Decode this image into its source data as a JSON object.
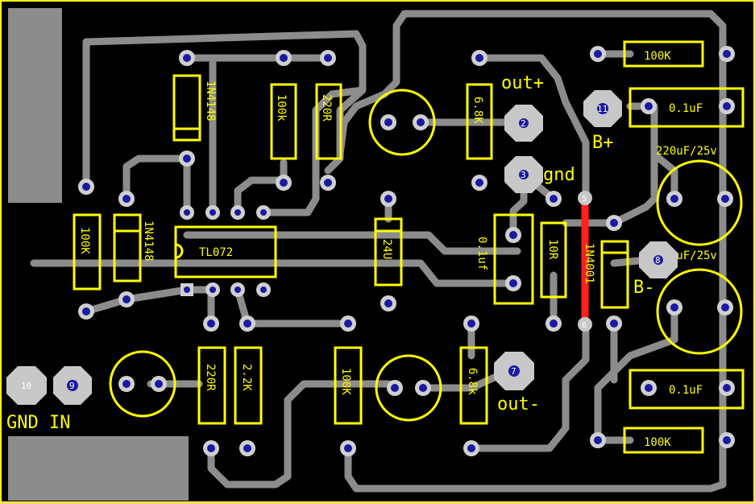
{
  "board": {
    "colors": {
      "background": "#000000",
      "trace": "#8c8c8c",
      "pad": "#d0d0d0",
      "hole": "#1a1aa0",
      "silk": "#ffff00",
      "jumper": "#ff2020",
      "border": "#ffff00"
    }
  },
  "components": {
    "d1": "1N4148",
    "d2": "1N4148",
    "d3": "1N4001",
    "r1": "100k",
    "r2": "220R",
    "r3": "6.8K",
    "r4": "100K",
    "r5": "100K",
    "r6": "220R",
    "r7": "2.2K",
    "r8": "100K",
    "r9": "6.8k",
    "r10": "10R",
    "r11": "100K",
    "ic1": "TL072",
    "c1": "0.1uF",
    "c2": "0.1uF",
    "c3": "0.1uf",
    "c4": "24U",
    "c5": "220uF/25v",
    "c6": "220uF/25v"
  },
  "labels": {
    "out_pos": "out+",
    "out_neg": "out-",
    "gnd": "gnd",
    "b_pos": "B+",
    "b_neg": "B-",
    "gnd_in": "GND IN"
  },
  "pads": {
    "p2": "2",
    "p3": "3",
    "p5": "5",
    "p6": "6",
    "p7": "7",
    "p8": "8",
    "p9": "9",
    "p10": "10",
    "p11": "11"
  }
}
